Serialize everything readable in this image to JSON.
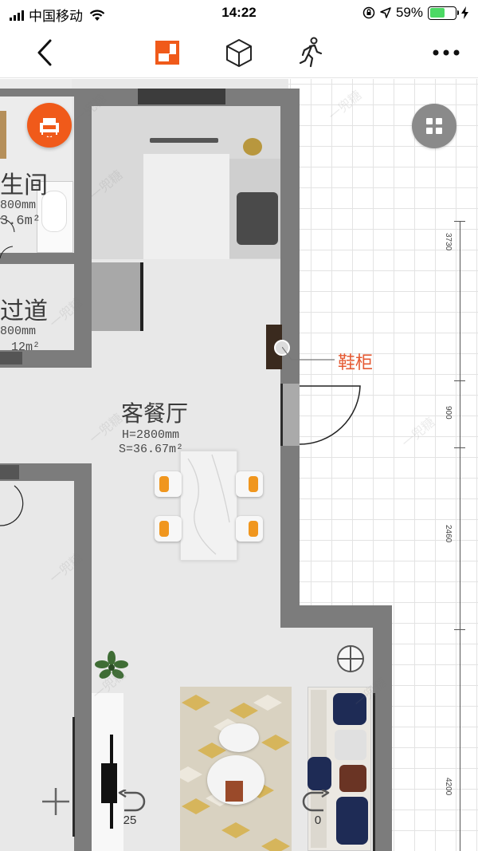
{
  "status_bar": {
    "carrier": "中国移动",
    "time": "14:22",
    "battery_percent": "59%",
    "battery_level": 0.59
  },
  "nav": {
    "back_icon": "chevron-left-icon",
    "floorplan_icon": "floorplan-2d-icon",
    "cube_icon": "cube-3d-icon",
    "walk_icon": "walk-person-icon",
    "more_icon": "more-dots-icon",
    "accent_color": "#f05a1a"
  },
  "plan": {
    "rooms": {
      "bathroom": {
        "name": "生间",
        "height": "800mm",
        "area": "3.6m²"
      },
      "corridor": {
        "name": "过道",
        "height": "800mm",
        "area": "12m²"
      },
      "living": {
        "name": "客餐厅",
        "height": "H=2800mm",
        "area": "S=36.67m²"
      }
    },
    "callout": {
      "label": "鞋柜",
      "color": "#e55a33"
    },
    "dimensions": [
      "3730",
      "900",
      "2460",
      "4200"
    ],
    "watermark": "一兜糖"
  },
  "controls": {
    "furniture_icon": "armchair-icon",
    "grid_icon": "grid-view-icon",
    "compass_icon": "compass-icon",
    "zoom_in_icon": "plus-icon",
    "undo_icon": "undo-icon",
    "undo_count": "25",
    "redo_icon": "redo-icon",
    "redo_count": "0"
  }
}
